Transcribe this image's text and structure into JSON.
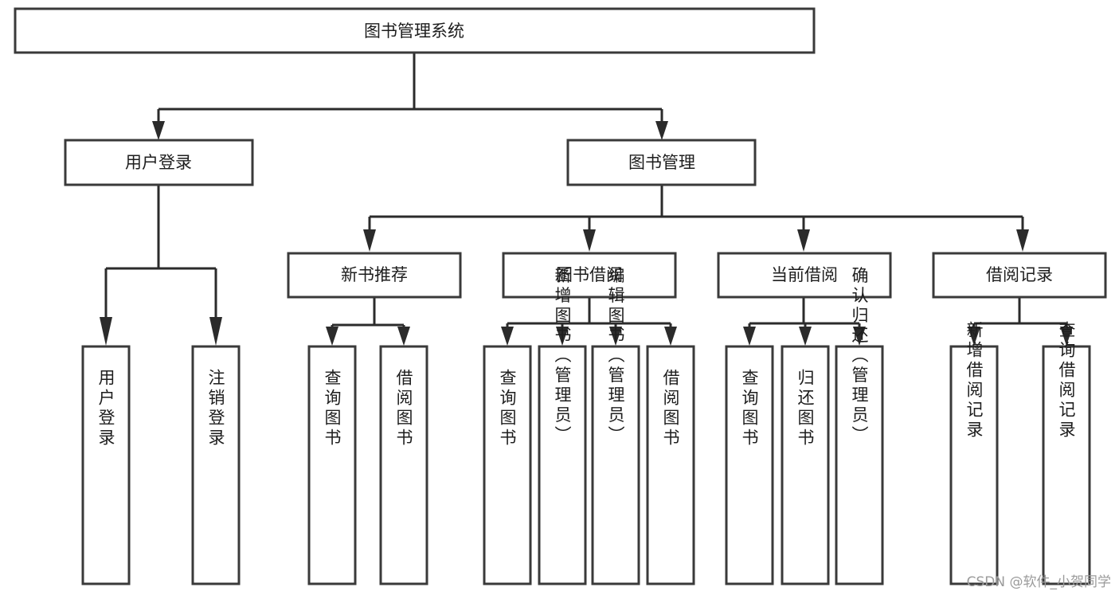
{
  "diagram": {
    "type": "tree",
    "title": "图书管理系统",
    "orientation": "top-down",
    "root": {
      "id": "root",
      "label": "图书管理系统"
    },
    "level1": [
      {
        "id": "user-login",
        "label": "用户登录"
      },
      {
        "id": "book-manage",
        "label": "图书管理"
      }
    ],
    "level2": [
      {
        "id": "new-book-recommend",
        "label": "新书推荐",
        "parent": "book-manage"
      },
      {
        "id": "book-borrow",
        "label": "图书借阅",
        "parent": "book-manage"
      },
      {
        "id": "current-borrow",
        "label": "当前借阅",
        "parent": "book-manage"
      },
      {
        "id": "borrow-record",
        "label": "借阅记录",
        "parent": "book-manage"
      }
    ],
    "leaves": [
      {
        "id": "leaf-user-login",
        "label": "用户登录",
        "parent": "user-login"
      },
      {
        "id": "leaf-logout",
        "label": "注销登录",
        "parent": "user-login"
      },
      {
        "id": "leaf-query-book-1",
        "label": "查询图书",
        "parent": "new-book-recommend"
      },
      {
        "id": "leaf-borrow-book-1",
        "label": "借阅图书",
        "parent": "new-book-recommend"
      },
      {
        "id": "leaf-query-book-2",
        "label": "查询图书",
        "parent": "book-borrow"
      },
      {
        "id": "leaf-add-book",
        "label": "新增图书（管理员）",
        "parent": "book-borrow"
      },
      {
        "id": "leaf-edit-book",
        "label": "编辑图书（管理员）",
        "parent": "book-borrow"
      },
      {
        "id": "leaf-borrow-book-2",
        "label": "借阅图书",
        "parent": "book-borrow"
      },
      {
        "id": "leaf-query-book-3",
        "label": "查询图书",
        "parent": "current-borrow"
      },
      {
        "id": "leaf-return-book",
        "label": "归还图书",
        "parent": "current-borrow"
      },
      {
        "id": "leaf-confirm-return",
        "label": "确认归还（管理员）",
        "parent": "current-borrow"
      },
      {
        "id": "leaf-add-record",
        "label": "新增借阅记录",
        "parent": "borrow-record"
      },
      {
        "id": "leaf-query-record",
        "label": "查询借阅记录",
        "parent": "borrow-record"
      }
    ],
    "colors": {
      "box_stroke": "#3a3a3a",
      "box_fill": "#ffffff",
      "connector": "#2b2b2b",
      "text": "#1d1d1d",
      "background": "#ffffff",
      "watermark": "#9b9b9b"
    }
  },
  "watermark": {
    "text": "CSDN @软件_小贺同学"
  }
}
